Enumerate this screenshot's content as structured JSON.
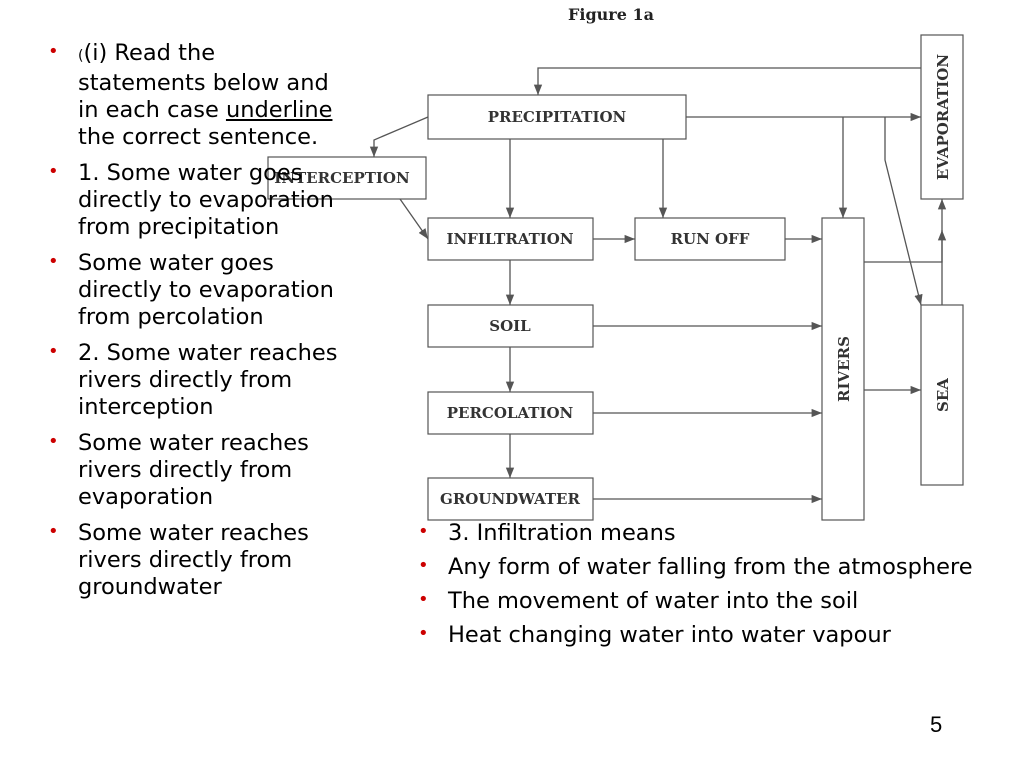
{
  "figure": {
    "title": "Figure 1a",
    "boxes": {
      "precipitation": "PRECIPITATION",
      "interception": "INTERCEPTION",
      "infiltration": "INFILTRATION",
      "run_off": "RUN OFF",
      "soil": "SOIL",
      "percolation": "PERCOLATION",
      "groundwater": "GROUNDWATER",
      "rivers": "RIVERS",
      "evaporation": "EVAPORATION",
      "sea": "SEA"
    }
  },
  "left_list": {
    "item0": {
      "paren": "(",
      "text_a": "(i) Read the statements below and in each case ",
      "underlined": "underline",
      "text_b": " the correct sentence."
    },
    "item1": "1. Some water goes directly to evaporation from precipitation",
    "item2": "Some water goes directly to evaporation from percolation",
    "item3": "2. Some water reaches rivers directly from interception",
    "item4": "Some water reaches rivers directly from evaporation",
    "item5": "Some water reaches rivers directly from groundwater"
  },
  "right_list": {
    "item0": "3. Infiltration means",
    "item1": "Any form of water falling from the atmosphere",
    "item2": "The movement of water into the soil",
    "item3": "Heat changing water into water vapour"
  },
  "page_number": "5"
}
